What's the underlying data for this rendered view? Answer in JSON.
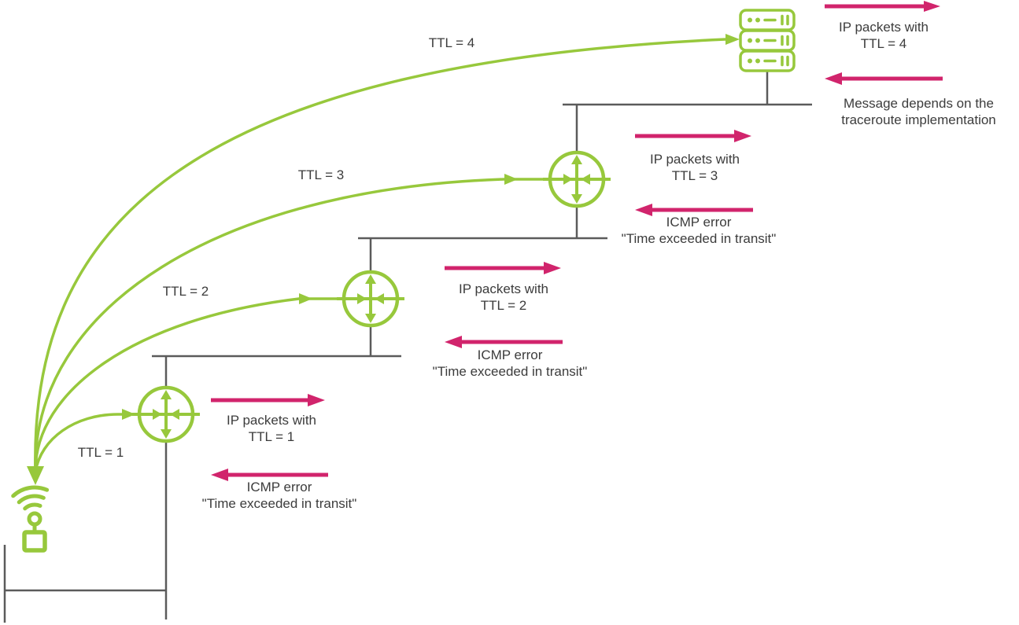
{
  "colors": {
    "green": "#97c83c",
    "pink": "#d1246c",
    "line_gray": "#5b5b5b",
    "text": "#3c3c3c"
  },
  "nodes": {
    "source": "wireless-host",
    "routers": [
      "router-1",
      "router-2",
      "router-3"
    ],
    "destination": "server"
  },
  "hops": [
    {
      "ttl_label": "TTL = 1",
      "request": [
        "IP packets with",
        "TTL = 1"
      ],
      "response": [
        "ICMP error",
        "\"Time exceeded in transit\""
      ]
    },
    {
      "ttl_label": "TTL = 2",
      "request": [
        "IP packets with",
        "TTL = 2"
      ],
      "response": [
        "ICMP error",
        "\"Time exceeded in transit\""
      ]
    },
    {
      "ttl_label": "TTL = 3",
      "request": [
        "IP packets with",
        "TTL = 3"
      ],
      "response": [
        "ICMP error",
        "\"Time exceeded in transit\""
      ]
    },
    {
      "ttl_label": "TTL = 4",
      "request": [
        "IP packets with",
        "TTL = 4"
      ],
      "response": [
        "Message depends on the",
        "traceroute implementation"
      ]
    }
  ]
}
